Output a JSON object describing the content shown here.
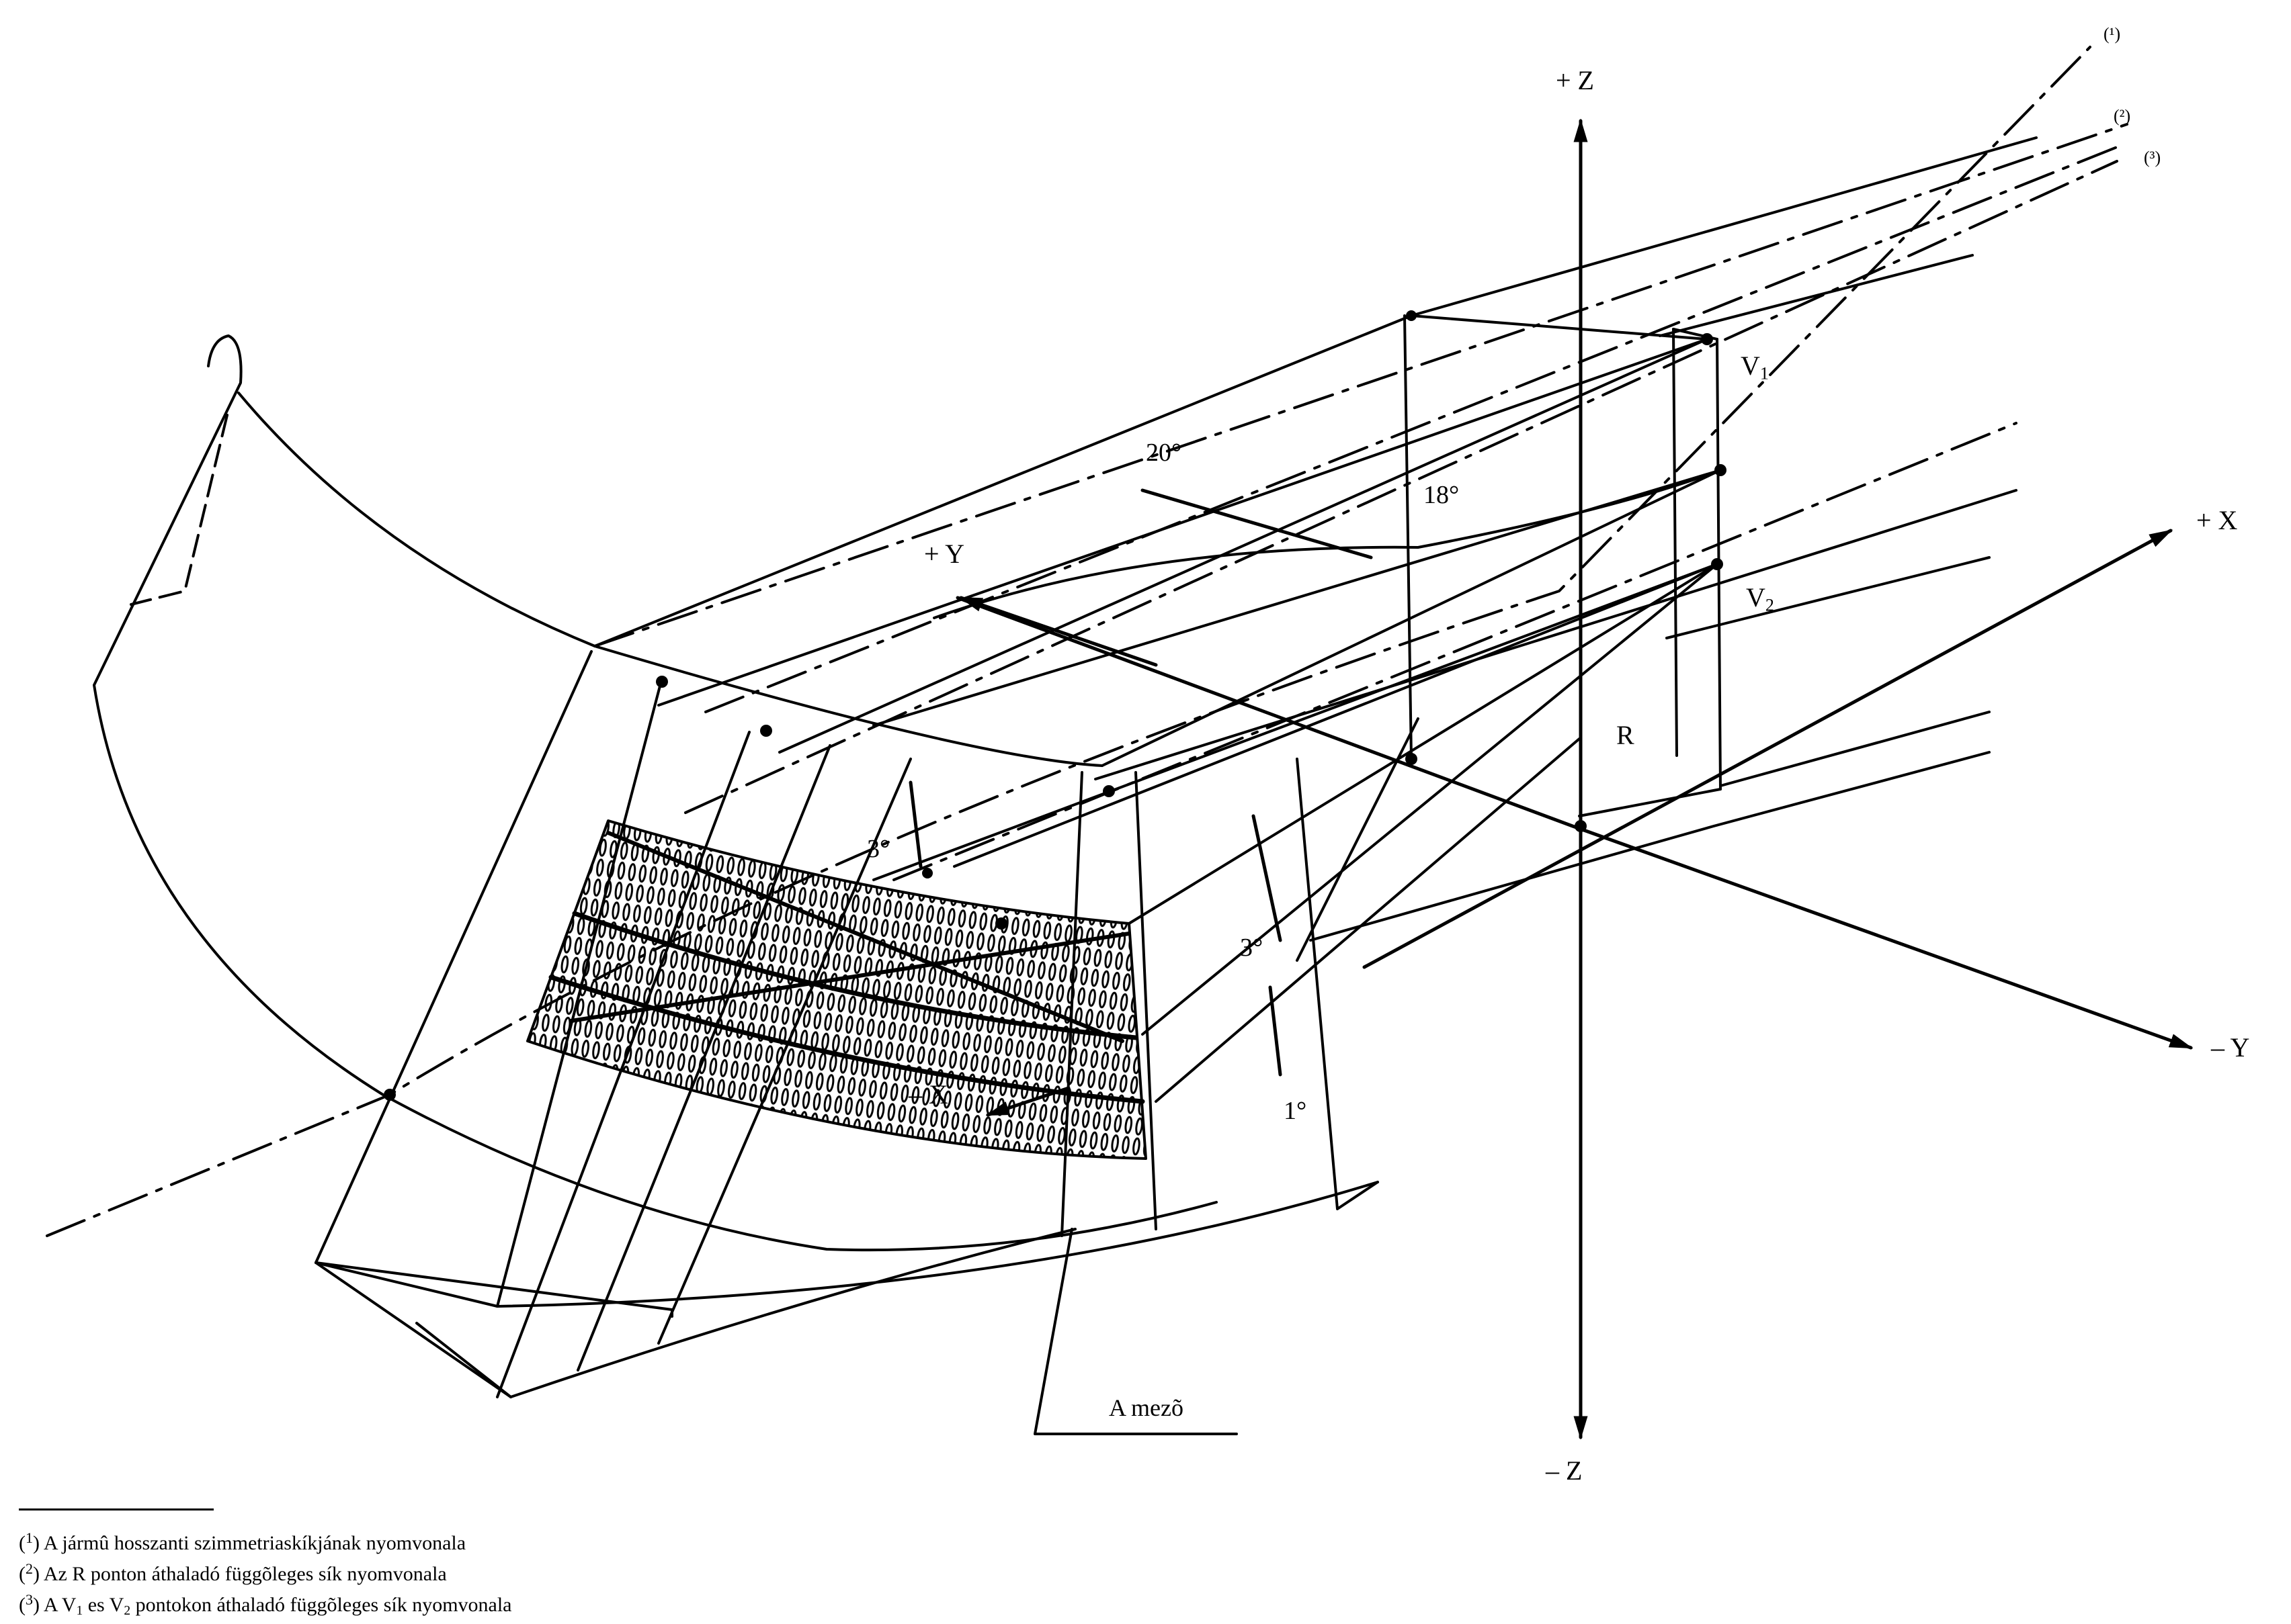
{
  "axes": {
    "plus_z": "+ Z",
    "minus_z": "– Z",
    "plus_x": "+ X",
    "minus_x": "– X",
    "plus_y": "+ Y",
    "minus_y": "– Y"
  },
  "points": {
    "v1_letter": "V",
    "v1_index": "1",
    "v2_letter": "V",
    "v2_index": "2",
    "r": "R"
  },
  "angles": {
    "a20": "20°",
    "a18": "18°",
    "a3_left": "3°",
    "a3_right": "3°",
    "a1": "1°"
  },
  "trace_markers": {
    "m1": "(¹)",
    "m2": "(²)",
    "m3": "(³)"
  },
  "zone_label": "A mezõ",
  "footnotes": [
    {
      "mark": "1",
      "text_before": "A jármû hosszanti szimmetriaskíkjának nyomvonala"
    },
    {
      "mark": "2",
      "text_before": "Az R ponton áthaladó függõleges sík nyomvonala"
    },
    {
      "mark": "3",
      "text_before": "A V",
      "sub1": "1",
      "text_mid": " es V",
      "sub2": "2",
      "text_after": " pontokon áthaladó függõleges sík nyomvonala"
    }
  ],
  "colors": {
    "ink": "#000000",
    "paper": "#ffffff"
  }
}
